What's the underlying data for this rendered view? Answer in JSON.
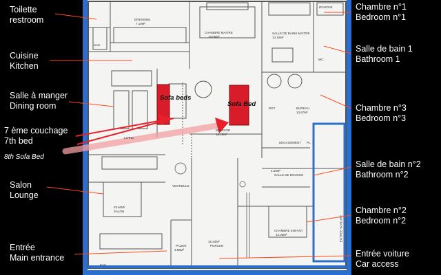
{
  "labels_left": [
    {
      "id": "restroom",
      "fr": "Toilette",
      "en": "restroom"
    },
    {
      "id": "kitchen",
      "fr": "Cuisine",
      "en": "Kitchen"
    },
    {
      "id": "dining",
      "fr": "Salle à manger",
      "en": "Dining room"
    },
    {
      "id": "bed7",
      "fr": "7 ème couchage",
      "en": "7th bed"
    },
    {
      "id": "lounge",
      "fr": "Salon",
      "en": "Lounge"
    },
    {
      "id": "entrance",
      "fr": "Entrée",
      "en": "Main entrance"
    }
  ],
  "label_bed8": "8th Sofa Bed",
  "labels_right": [
    {
      "id": "bedroom1",
      "fr": "Chambre n°1",
      "en": "Bedroom n°1"
    },
    {
      "id": "bathroom1",
      "fr": "Salle de bain 1",
      "en": "Bathroom 1"
    },
    {
      "id": "bedroom3",
      "fr": "Chambre n°3",
      "en": "Bedroom n°3"
    },
    {
      "id": "bathroom2",
      "fr": "Salle de bain n°2",
      "en": "Bathroom n°2"
    },
    {
      "id": "bedroom2",
      "fr": "Chambre n°2",
      "en": "Bedroom n°2"
    },
    {
      "id": "car",
      "fr": "Entrée voiture",
      "en": "Car access"
    }
  ],
  "sofa_labels": {
    "beds": "Sofa beds",
    "bed": "Sofa Bed"
  },
  "rooms": {
    "dressing": "DRESSING",
    "dressing_area": "7.10m²",
    "chambre_maitre": "CHAMBRE MAITRE",
    "chambre_maitre_area": "18.00m²",
    "douche": "DOUCHE",
    "sdb_maitre": "SALLE DE BAINS MAITRE",
    "sdb_maitre_area": "14.10m²",
    "wc": "WC.",
    "sas": "SAS",
    "living": "LIVING",
    "boudoir": "BOUDOIR",
    "boudoir_area": "16.20m²",
    "bureau": "BUREAU",
    "bureau_area": "10.67m²",
    "rgt": "RGT",
    "degagement": "DEGAGEMENT",
    "pl": "PL.",
    "salle_douche": "SALLE DE DOUCHE",
    "salle_douche_area": "4.55m²",
    "vestibule": "VESTIBULE",
    "salon": "SALON",
    "salon_area": "25.63m²",
    "porche": "PORCHE",
    "porche_area": "15.34m²",
    "chambre_enfant": "CHAMBRE ENFANT",
    "chambre_enfant_area": "12.06m²",
    "palier": "PALIER",
    "palier_area": "3.55m²",
    "entree_voiture": "ENTREE VOITURE",
    "eau": "EAU"
  },
  "colors": {
    "background": "#000000",
    "plan_frame": "#2a6fd0",
    "sofa": "#d81c2a",
    "arrow": "#e8202a",
    "label": "#ffffff"
  }
}
